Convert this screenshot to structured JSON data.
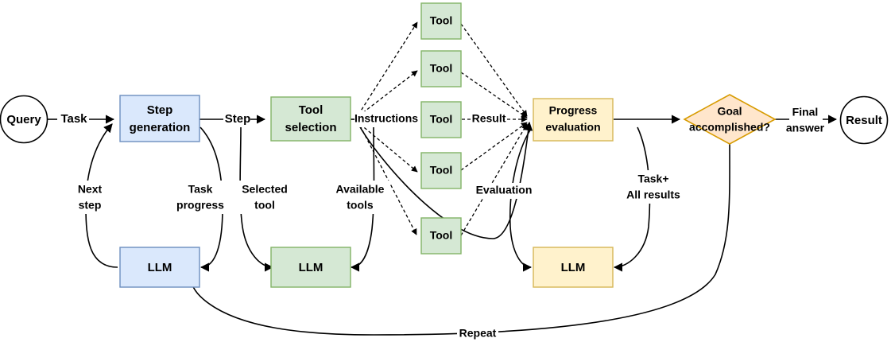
{
  "diagram": {
    "title": "LLM agent tool-use loop flowchart",
    "colors": {
      "blue_fill": "#dae8fc",
      "blue_stroke": "#6c8ebf",
      "green_fill": "#d5e8d4",
      "green_stroke": "#82b366",
      "orange_fill": "#ffe6cc",
      "orange_stroke": "#d79b00",
      "yellow_fill": "#fff2cc",
      "yellow_stroke": "#d6b656",
      "white_fill": "#ffffff",
      "black_stroke": "#000000"
    },
    "nodes": {
      "query": "Query",
      "step_generation": "Step generation",
      "step_generation_line1": "Step",
      "step_generation_line2": "generation",
      "llm_blue": "LLM",
      "tool_selection_line1": "Tool",
      "tool_selection_line2": "selection",
      "llm_green": "LLM",
      "tool_1": "Tool",
      "tool_2": "Tool",
      "tool_3": "Tool",
      "tool_4": "Tool",
      "tool_5": "Tool",
      "progress_evaluation_line1": "Progress",
      "progress_evaluation_line2": "evaluation",
      "llm_yellow": "LLM",
      "goal_line1": "Goal",
      "goal_line2": "accomplished?",
      "result": "Result"
    },
    "edges": {
      "task": "Task",
      "step": "Step",
      "instructions": "Instructions",
      "result": "Result",
      "final_answer_line1": "Final",
      "final_answer_line2": "answer",
      "next_step_line1": "Next",
      "next_step_line2": "step",
      "task_progress_line1": "Task",
      "task_progress_line2": "progress",
      "selected_tool_line1": "Selected",
      "selected_tool_line2": "tool",
      "available_tools_line1": "Available",
      "available_tools_line2": "tools",
      "evaluation": "Evaluation",
      "task_all_results_line1": "Task+",
      "task_all_results_line2": "All results",
      "repeat": "Repeat"
    }
  }
}
